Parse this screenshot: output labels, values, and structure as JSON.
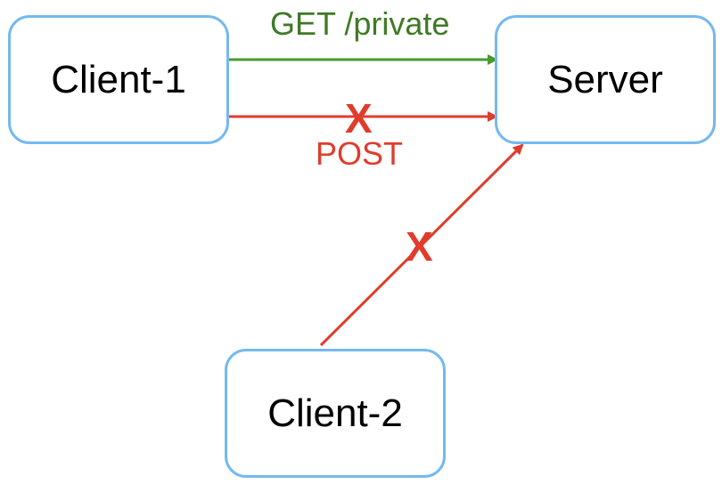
{
  "nodes": {
    "client1": "Client-1",
    "server": "Server",
    "client2": "Client-2"
  },
  "edges": {
    "get": {
      "label": "GET /private",
      "color": "#4a9a2c"
    },
    "post": {
      "label": "POST",
      "color": "#e03c2c",
      "blocked_mark": "X"
    },
    "client2_request": {
      "color": "#e03c2c",
      "blocked_mark": "X"
    }
  },
  "colors": {
    "node_border": "#74b9ef",
    "label_green": "#3f7a25",
    "label_red": "#e03c2c"
  }
}
